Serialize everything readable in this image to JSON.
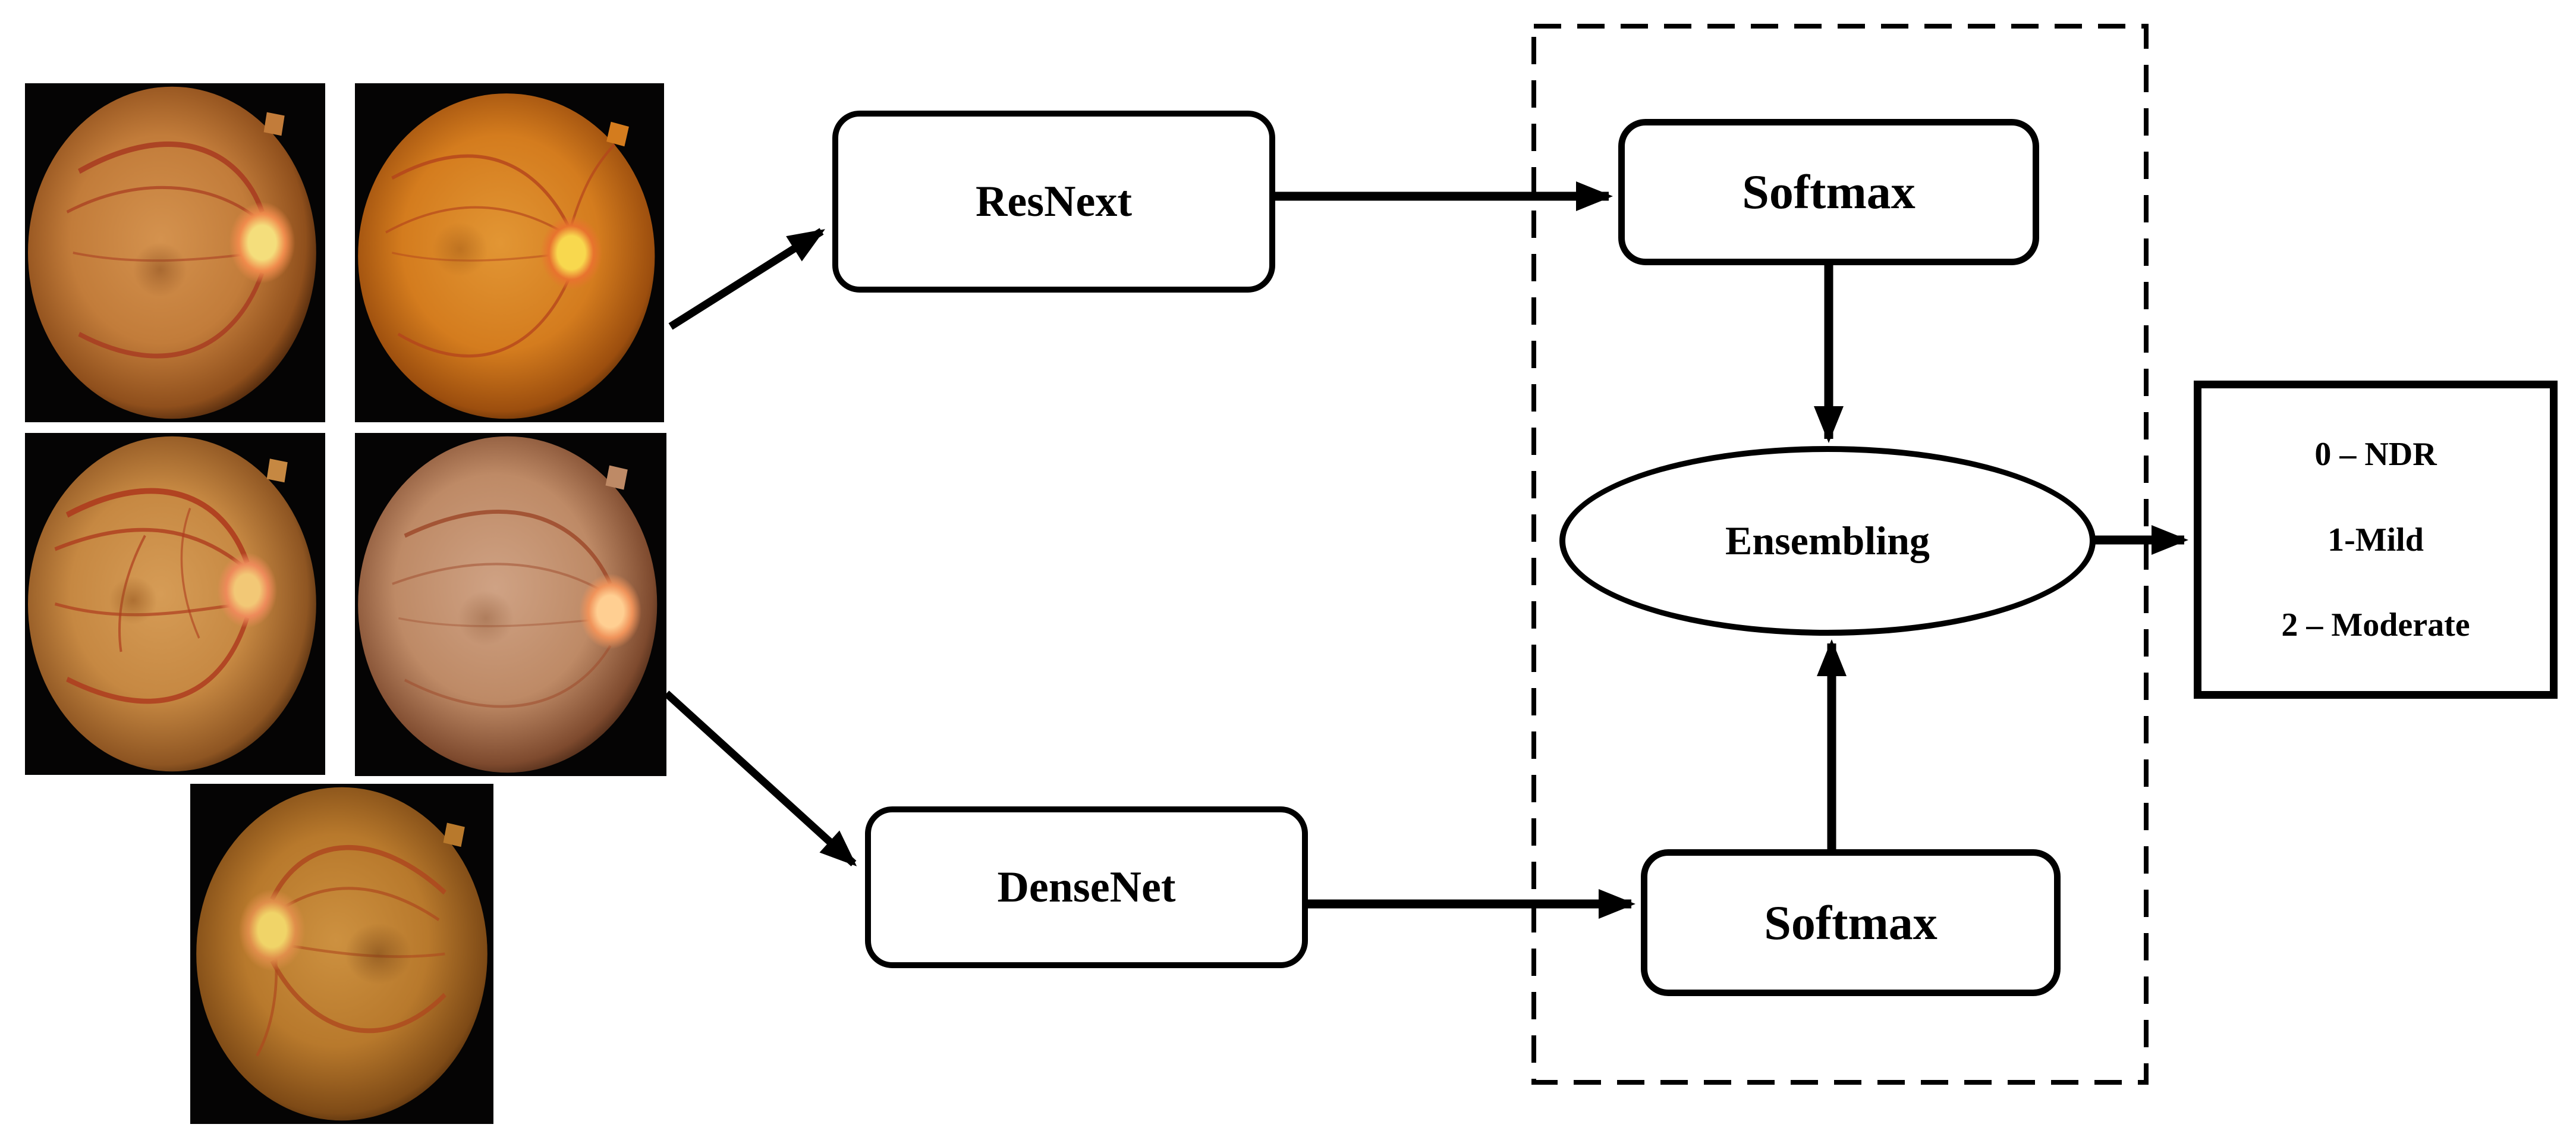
{
  "figure": {
    "description": "Ensemble deep-learning pipeline: retinal fundus photographs are fed to ResNext and DenseNet, their Softmax outputs are ensembled into three diabetic-retinopathy grades",
    "resnext_label": "ResNext",
    "densenet_label": "DenseNet",
    "softmax_top_label": "Softmax",
    "softmax_bottom_label": "Softmax",
    "ensembling_label": "Ensembling",
    "output_lines": [
      "0 – NDR",
      "1-Mild",
      "2 – Moderate"
    ],
    "input_images": [
      {
        "name": "fundus-photo-1",
        "kind": "retinal fundus photograph"
      },
      {
        "name": "fundus-photo-2",
        "kind": "retinal fundus photograph"
      },
      {
        "name": "fundus-photo-3",
        "kind": "retinal fundus photograph"
      },
      {
        "name": "fundus-photo-4",
        "kind": "retinal fundus photograph"
      },
      {
        "name": "fundus-photo-5",
        "kind": "retinal fundus photograph"
      }
    ]
  },
  "theme": {
    "bg": "#ffffff",
    "line": "#000000",
    "box-fill": "#ffffff",
    "photo-bg": "#050404",
    "f1-light": "#d4924e",
    "f1-base": "#c27c3a",
    "f1-deep": "#8f4f1c",
    "f1-edge": "#2a1204",
    "f1-disc": "#f4de7c",
    "f1-rim": "#f08b4c",
    "f1-vessel": "#a83a20",
    "f1-macula": "#8a4d1e",
    "f2-light": "#e29634",
    "f2-base": "#d47c1e",
    "f2-deep": "#9c4e0e",
    "f2-edge": "#331803",
    "f2-disc": "#f8d84e",
    "f2-rim": "#e8732e",
    "f2-vessel": "#b4431c",
    "f2-macula": "#9a5414",
    "f3-light": "#d69c56",
    "f3-base": "#c68842",
    "f3-deep": "#8e5522",
    "f3-edge": "#2e1605",
    "f3-disc": "#f2c876",
    "f3-rim": "#ee8a5a",
    "f3-vessel": "#ae3c1e",
    "f3-macula": "#96561e",
    "f4-light": "#cfa284",
    "f4-base": "#be8a66",
    "f4-deep": "#7e4a2e",
    "f4-edge": "#2c160a",
    "f4-disc": "#ffcf92",
    "f4-rim": "#f0935a",
    "f4-vessel": "#9e4a2c",
    "f4-macula": "#86502e",
    "f5-light": "#cd9140",
    "f5-base": "#b8792c",
    "f5-deep": "#7e4a16",
    "f5-edge": "#271203",
    "f5-disc": "#f0d468",
    "f5-rim": "#e08e4a",
    "f5-vessel": "#ae481e",
    "f5-macula": "#6e3c12"
  }
}
